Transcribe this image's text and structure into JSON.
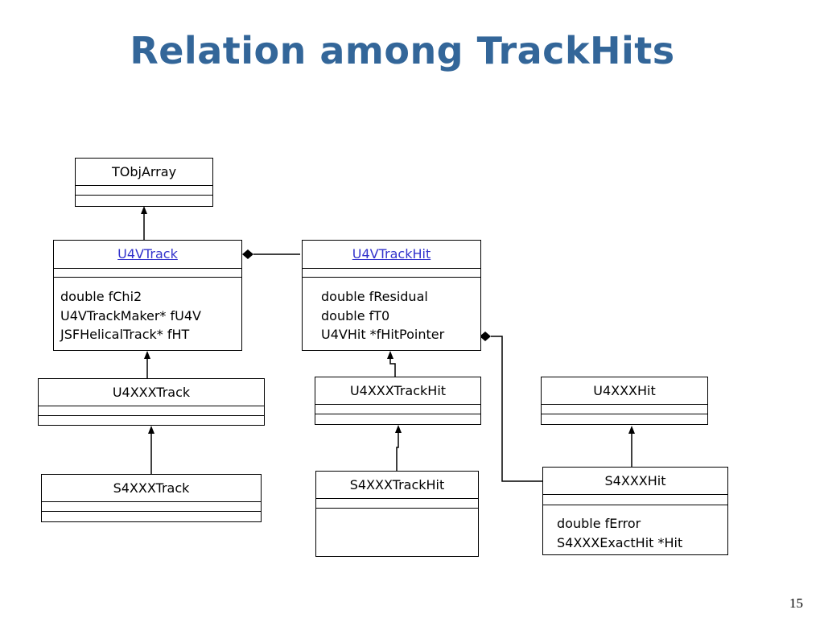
{
  "slide": {
    "title": "Relation among TrackHits",
    "page_number": "15"
  },
  "classes": {
    "tobjarray": {
      "name": "TObjArray"
    },
    "u4vtrack": {
      "name": "U4VTrack",
      "attributes": [
        "double fChi2",
        "U4VTrackMaker* fU4V",
        "JSFHelicalTrack* fHT"
      ]
    },
    "u4vtrackhit": {
      "name": "U4VTrackHit",
      "attributes": [
        "double fResidual",
        "double fT0",
        "U4VHit *fHitPointer"
      ]
    },
    "u4xxxtrack": {
      "name": "U4XXXTrack"
    },
    "u4xxxtrackhit": {
      "name": "U4XXXTrackHit"
    },
    "u4xxxhit": {
      "name": "U4XXXHit"
    },
    "s4xxxtrack": {
      "name": "S4XXXTrack"
    },
    "s4xxxtrackhit": {
      "name": "S4XXXTrackHit"
    },
    "s4xxxhit": {
      "name": "S4XXXHit",
      "attributes": [
        "double fError",
        "S4XXXExactHit *Hit"
      ]
    }
  },
  "colors": {
    "title": "#336699",
    "link": "#3333cc",
    "line": "#000000"
  }
}
